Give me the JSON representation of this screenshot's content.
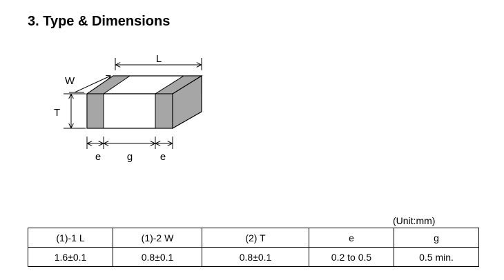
{
  "page": {
    "title": "3. Type & Dimensions"
  },
  "diagram": {
    "labels": {
      "length": "L",
      "width": "W",
      "thickness": "T",
      "electrode_left": "e",
      "gap": "g",
      "electrode_right": "e"
    },
    "colors": {
      "electrode": "#a6a6a6",
      "outline": "#000000",
      "body": "#ffffff"
    }
  },
  "table": {
    "unit": "(Unit:mm)",
    "headers": [
      "(1)-1 L",
      "(1)-2 W",
      "(2) T",
      "e",
      "g"
    ],
    "values": [
      "1.6±0.1",
      "0.8±0.1",
      "0.8±0.1",
      "0.2 to 0.5",
      "0.5 min."
    ]
  }
}
